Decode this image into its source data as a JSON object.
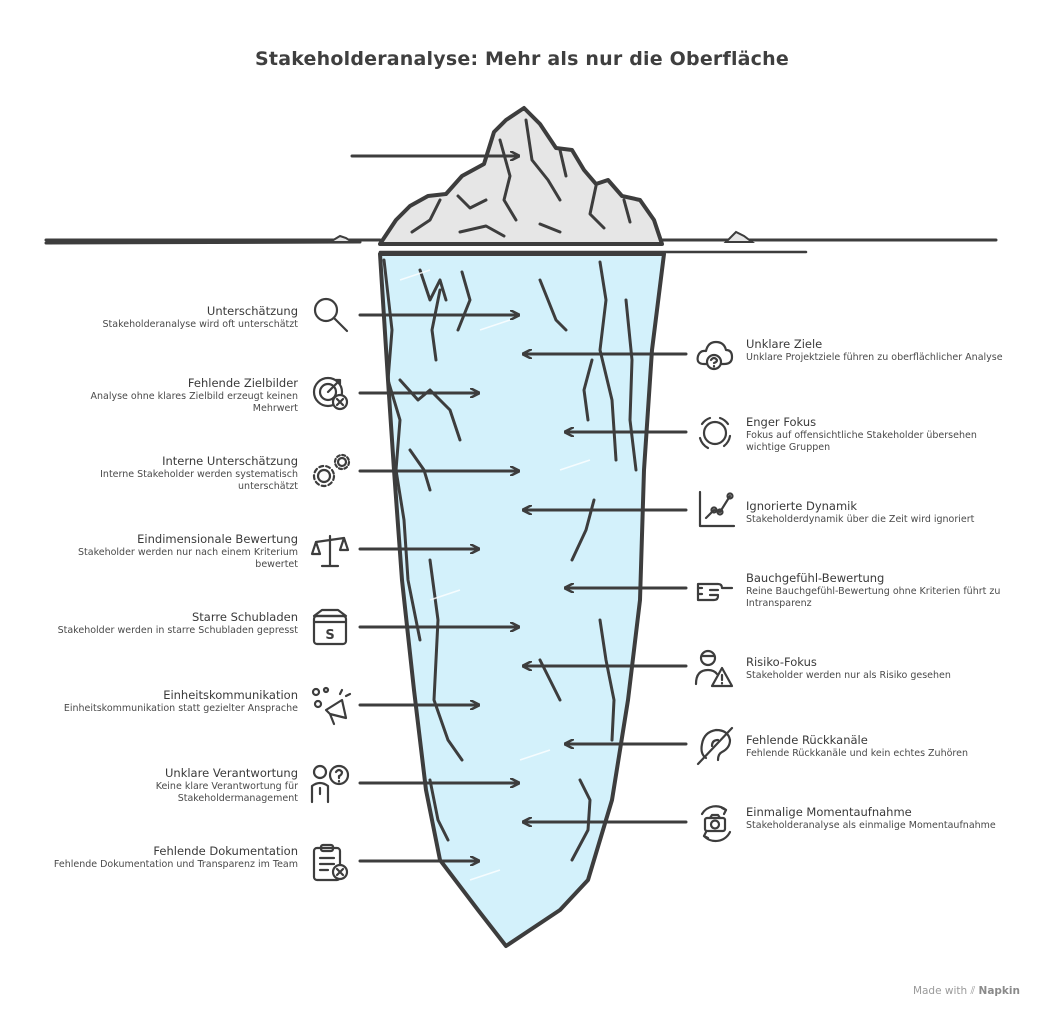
{
  "title": "Stakeholderanalyse: Mehr als nur die Oberfläche",
  "left_items": [
    {
      "title": "Unterschätzung",
      "desc": "Stakeholderanalyse wird oft unterschätzt",
      "icon": "magnifier-icon"
    },
    {
      "title": "Fehlende Zielbilder",
      "desc": "Analyse ohne klares Zielbild erzeugt keinen Mehrwert",
      "icon": "target-off-icon"
    },
    {
      "title": "Interne Unterschätzung",
      "desc": "Interne Stakeholder werden systematisch unterschätzt",
      "icon": "gears-icon"
    },
    {
      "title": "Eindimensionale Bewertung",
      "desc": "Stakeholder werden nur nach einem Kriterium bewertet",
      "icon": "scale-icon"
    },
    {
      "title": "Starre Schubladen",
      "desc": "Stakeholder werden in starre Schubladen gepresst",
      "icon": "box-icon"
    },
    {
      "title": "Einheitskommunikation",
      "desc": "Einheitskommunikation statt gezielter Ansprache",
      "icon": "megaphone-icon"
    },
    {
      "title": "Unklare Verantwortung",
      "desc": "Keine klare Verantwortung für Stakeholdermanagement",
      "icon": "person-question-icon"
    },
    {
      "title": "Fehlende Dokumentation",
      "desc": "Fehlende Dokumentation und Transparenz im Team",
      "icon": "clipboard-off-icon"
    }
  ],
  "right_items": [
    {
      "title": "Unklare Ziele",
      "desc": "Unklare Projektziele führen zu oberflächlicher Analyse",
      "icon": "cloud-question-icon"
    },
    {
      "title": "Enger Fokus",
      "desc": "Fokus auf offensichtliche Stakeholder übersehen wichtige Gruppen",
      "icon": "focus-ring-icon"
    },
    {
      "title": "Ignorierte Dynamik",
      "desc": "Stakeholderdynamik über die Zeit wird ignoriert",
      "icon": "trend-chart-icon"
    },
    {
      "title": "Bauchgefühl-Bewertung",
      "desc": "Reine Bauchgefühl-Bewertung ohne Kriterien führt zu Intransparenz",
      "icon": "pointing-hand-icon"
    },
    {
      "title": "Risiko-Fokus",
      "desc": "Stakeholder werden nur als Risiko gesehen",
      "icon": "person-warning-icon"
    },
    {
      "title": "Fehlende Rückkanäle",
      "desc": "Fehlende Rückkanäle und kein echtes Zuhören",
      "icon": "ear-off-icon"
    },
    {
      "title": "Einmalige Momentaufnahme",
      "desc": "Stakeholderanalyse als einmalige Momentaufnahme",
      "icon": "camera-cycle-icon"
    }
  ],
  "footer": {
    "prefix": "Made with",
    "brand": "Napkin"
  },
  "colors": {
    "ice_below": "#d3f1fb",
    "ice_above": "#e6e6e6",
    "stroke": "#3d3d3d"
  }
}
